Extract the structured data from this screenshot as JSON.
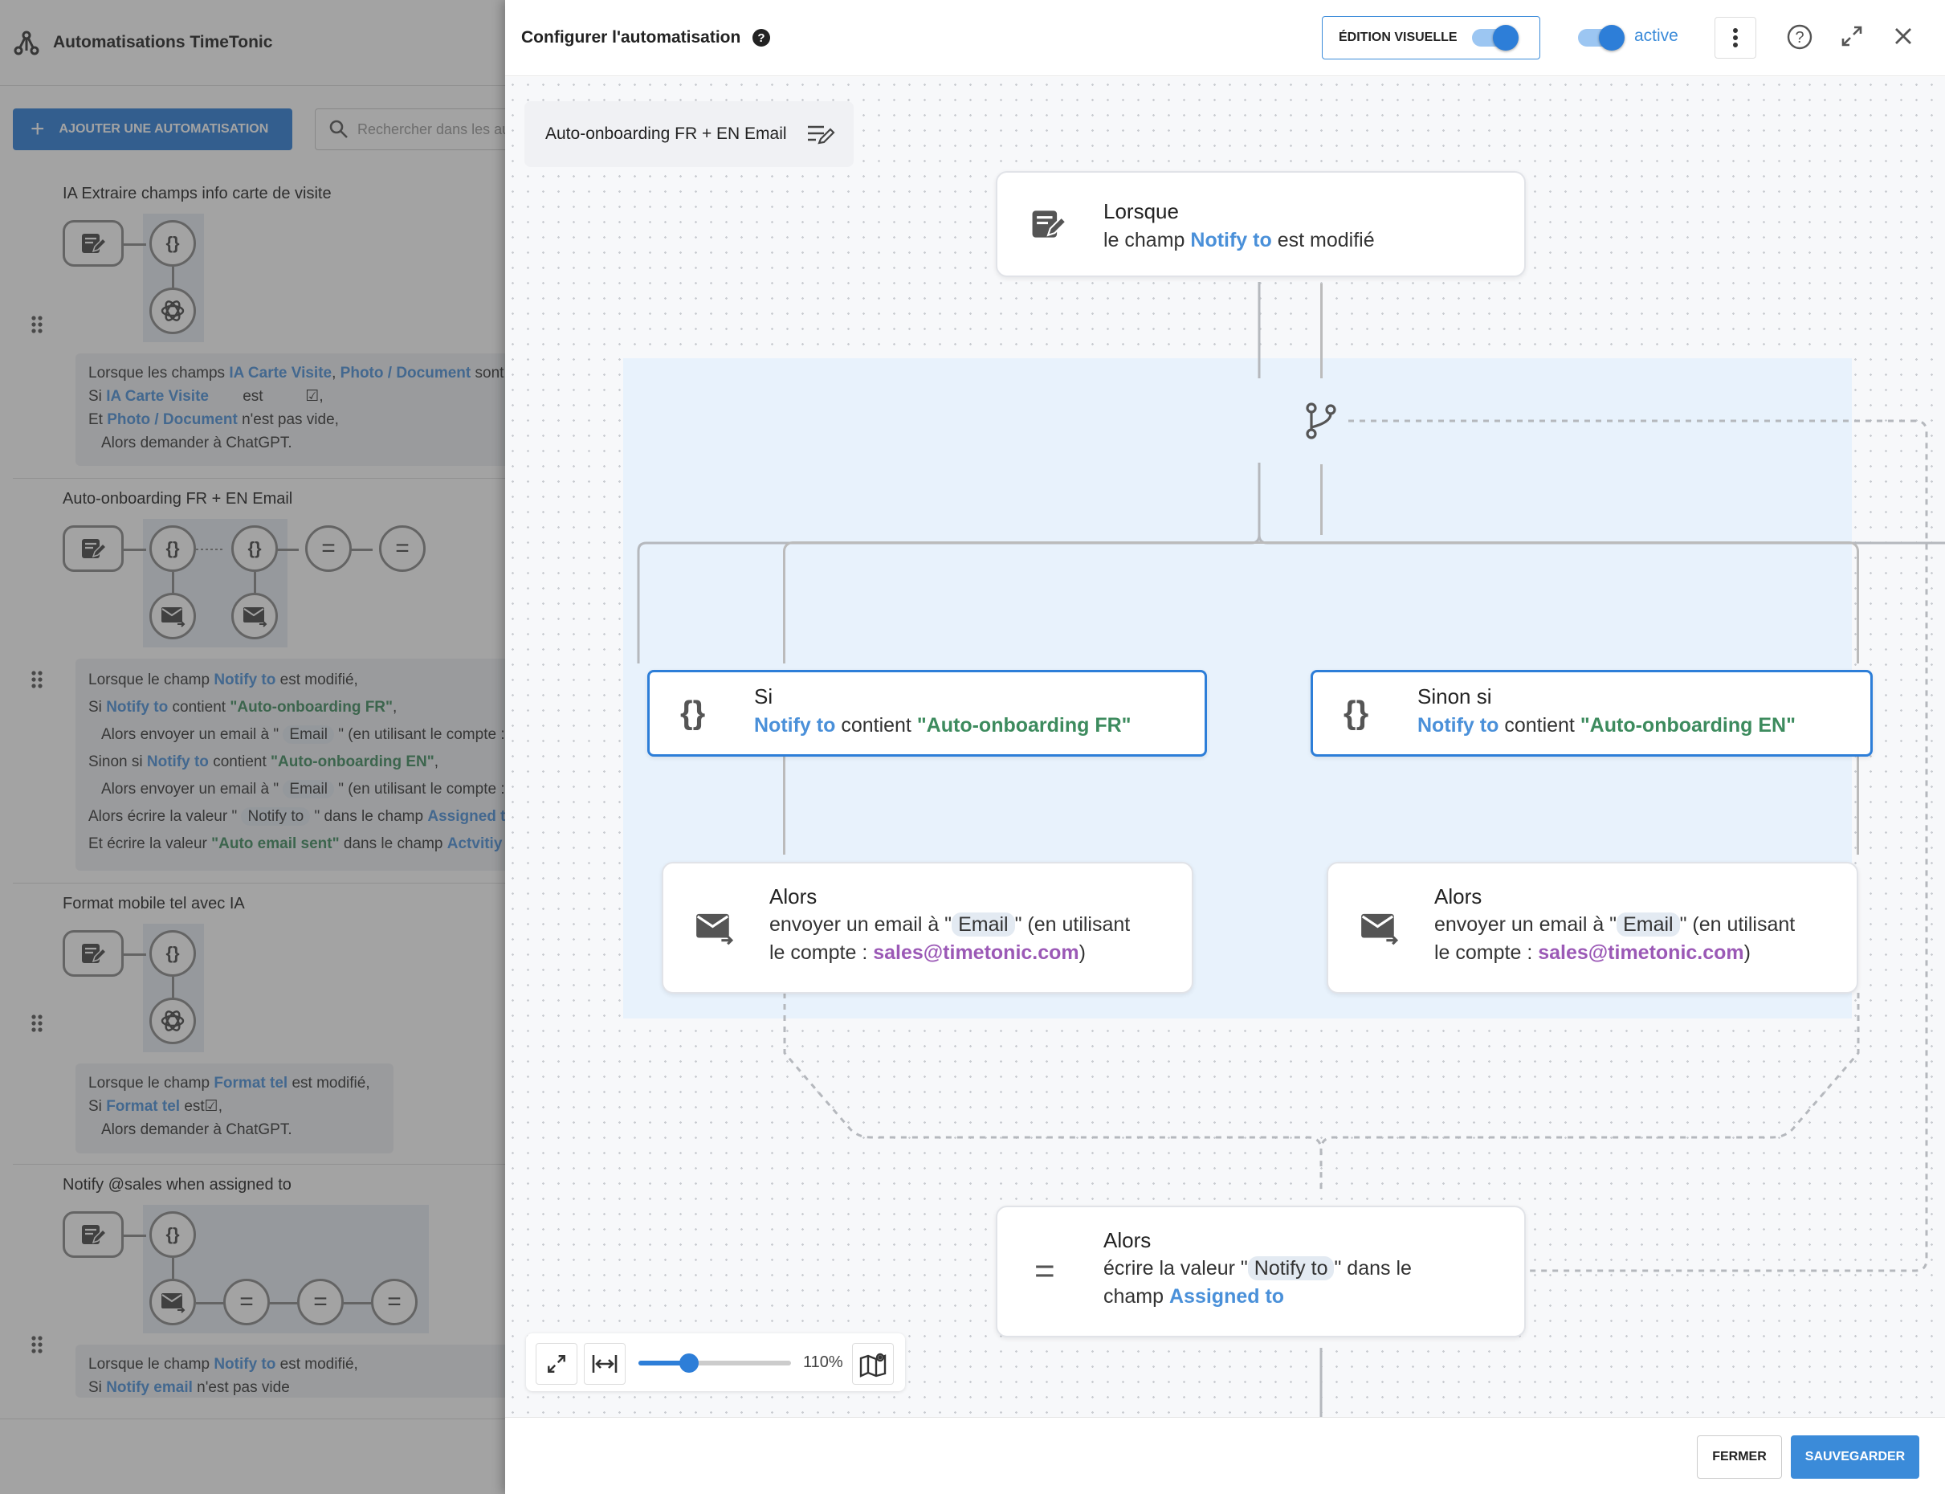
{
  "sidebar": {
    "title": "Automatisations TimeTonic",
    "add_button": "AJOUTER UNE AUTOMATISATION",
    "search_placeholder": "Rechercher dans les automatisations",
    "items": [
      {
        "name": "IA Extraire champs info carte de visite",
        "desc": {
          "l1_a": "Lorsque les champs ",
          "l1_f1": "IA Carte Visite",
          "l1_b": ", ",
          "l1_f2": "Photo / Document",
          "l1_c": " sont modifiés,",
          "l2_a": "Si ",
          "l2_f": "IA Carte Visite",
          "l2_b": "        est          ☑,",
          "l3_a": "Et ",
          "l3_f": "Photo / Document",
          "l3_b": " n'est pas vide,",
          "l4": "Alors demander à ChatGPT."
        }
      },
      {
        "name": "Auto-onboarding FR + EN Email",
        "desc": {
          "l1_a": "Lorsque le champ ",
          "l1_f": "Notify to",
          "l1_b": " est modifié,",
          "l2_a": "Si ",
          "l2_f": "Notify to",
          "l2_b": " contient ",
          "l2_v": "\"Auto-onboarding FR\"",
          "l2_c": ",",
          "l3_a": "Alors envoyer un email à \" ",
          "l3_chip": "Email",
          "l3_b": " \" (en utilisant le compte : sales@timetonic.com)",
          "l4_a": "Sinon si ",
          "l4_f": "Notify to",
          "l4_b": " contient ",
          "l4_v": "\"Auto-onboarding EN\"",
          "l4_c": ",",
          "l5_a": "Alors envoyer un email à \" ",
          "l5_chip": "Email",
          "l5_b": " \" (en utilisant le compte : sales@timetonic.com)",
          "l6_a": "Alors écrire la valeur \" ",
          "l6_chip": "Notify to",
          "l6_b": " \" dans le champ ",
          "l6_f": "Assigned to",
          "l7_a": "Et écrire la valeur ",
          "l7_v": "\"Auto email sent\"",
          "l7_b": " dans le champ ",
          "l7_f": "Actvitiy"
        }
      },
      {
        "name": "Format mobile tel avec IA",
        "desc": {
          "l1_a": "Lorsque le champ ",
          "l1_f": "Format tel",
          "l1_b": " est modifié,",
          "l2_a": "Si ",
          "l2_f": "Format tel",
          "l2_b": " est☑,",
          "l3": "Alors demander à ChatGPT."
        }
      },
      {
        "name": "Notify @sales when assigned to",
        "desc": {
          "l1_a": "Lorsque le champ ",
          "l1_f": "Notify to",
          "l1_b": " est modifié,",
          "l2_a": "Si ",
          "l2_f": "Notify email",
          "l2_b": " n'est pas vide"
        }
      }
    ]
  },
  "modal": {
    "title": "Configurer l'automatisation",
    "visual_edit_label": "ÉDITION VISUELLE",
    "visual_edit_on": true,
    "active_on": true,
    "active_label": "active",
    "workflow_name": "Auto-onboarding FR + EN Email",
    "trigger": {
      "heading": "Lorsque",
      "text_a": "le champ ",
      "field": "Notify to",
      "text_b": " est modifié"
    },
    "cond_if": {
      "heading": "Si",
      "field": "Notify to",
      "op": " contient ",
      "value": "\"Auto-onboarding FR\""
    },
    "cond_else": {
      "heading": "Sinon si",
      "field": "Notify to",
      "op": " contient ",
      "value": "\"Auto-onboarding EN\""
    },
    "action_left": {
      "heading": "Alors",
      "text_a": "envoyer un email à \"",
      "chip": "Email",
      "text_b": "\" (en utilisant",
      "text_c": "le compte : ",
      "account": "sales@timetonic.com",
      "text_d": ")"
    },
    "action_right": {
      "heading": "Alors",
      "text_a": "envoyer un email à \"",
      "chip": "Email",
      "text_b": "\" (en utilisant",
      "text_c": "le compte : ",
      "account": "sales@timetonic.com",
      "text_d": ")"
    },
    "action_set": {
      "heading": "Alors",
      "text_a": "écrire la valeur \"",
      "chip": "Notify to",
      "text_b": "\" dans le",
      "text_c": "champ ",
      "field": "Assigned to"
    },
    "zoom": {
      "value": 110,
      "label": "110%",
      "min": 0,
      "max": 200
    },
    "close_button": "FERMER",
    "save_button": "SAUVEGARDER"
  },
  "colors": {
    "primary": "#2d7ed8",
    "field": "#4a90d9",
    "value": "#3d8b5e",
    "account": "#9b59b6",
    "branch_bg": "#e8f2fc"
  }
}
